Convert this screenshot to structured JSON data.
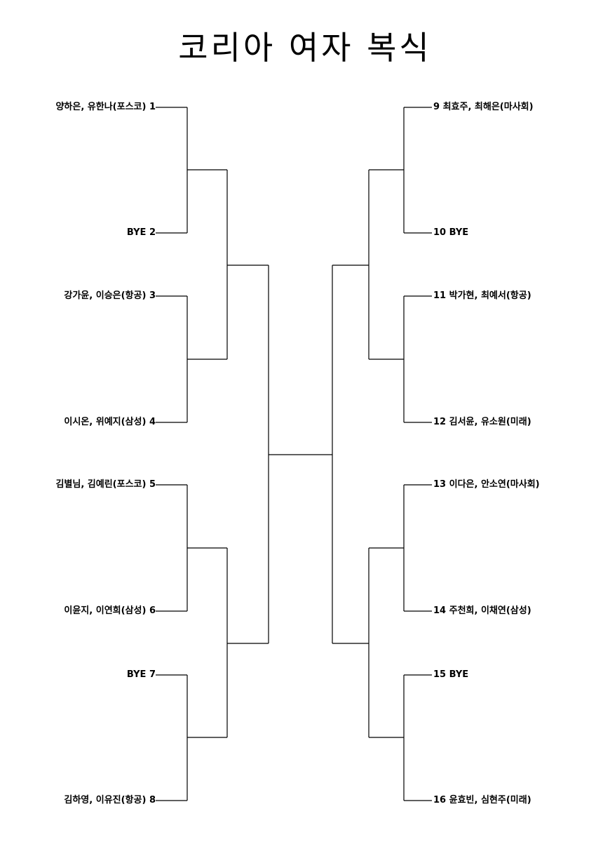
{
  "title": "코리아 여자 복식",
  "left_entries": [
    {
      "text": "양하은, 유한나(포스코) 1"
    },
    {
      "text": "BYE 2"
    },
    {
      "text": "강가윤, 이승은(항공) 3"
    },
    {
      "text": "이시온, 위예지(삼성) 4"
    },
    {
      "text": "김별님, 김예린(포스코) 5"
    },
    {
      "text": "이윤지, 이연희(삼성) 6"
    },
    {
      "text": "BYE 7"
    },
    {
      "text": "김하영, 이유진(항공) 8"
    }
  ],
  "right_entries": [
    {
      "text": "9  최효주, 최해은(마사회)"
    },
    {
      "text": "10  BYE"
    },
    {
      "text": "11  박가현, 최예서(항공)"
    },
    {
      "text": "12  김서윤, 유소원(미래)"
    },
    {
      "text": "13  이다은, 안소연(마사회)"
    },
    {
      "text": "14  주천희, 이채연(삼성)"
    },
    {
      "text": "15  BYE"
    },
    {
      "text": "16  윤효빈, 심현주(미래)"
    }
  ]
}
